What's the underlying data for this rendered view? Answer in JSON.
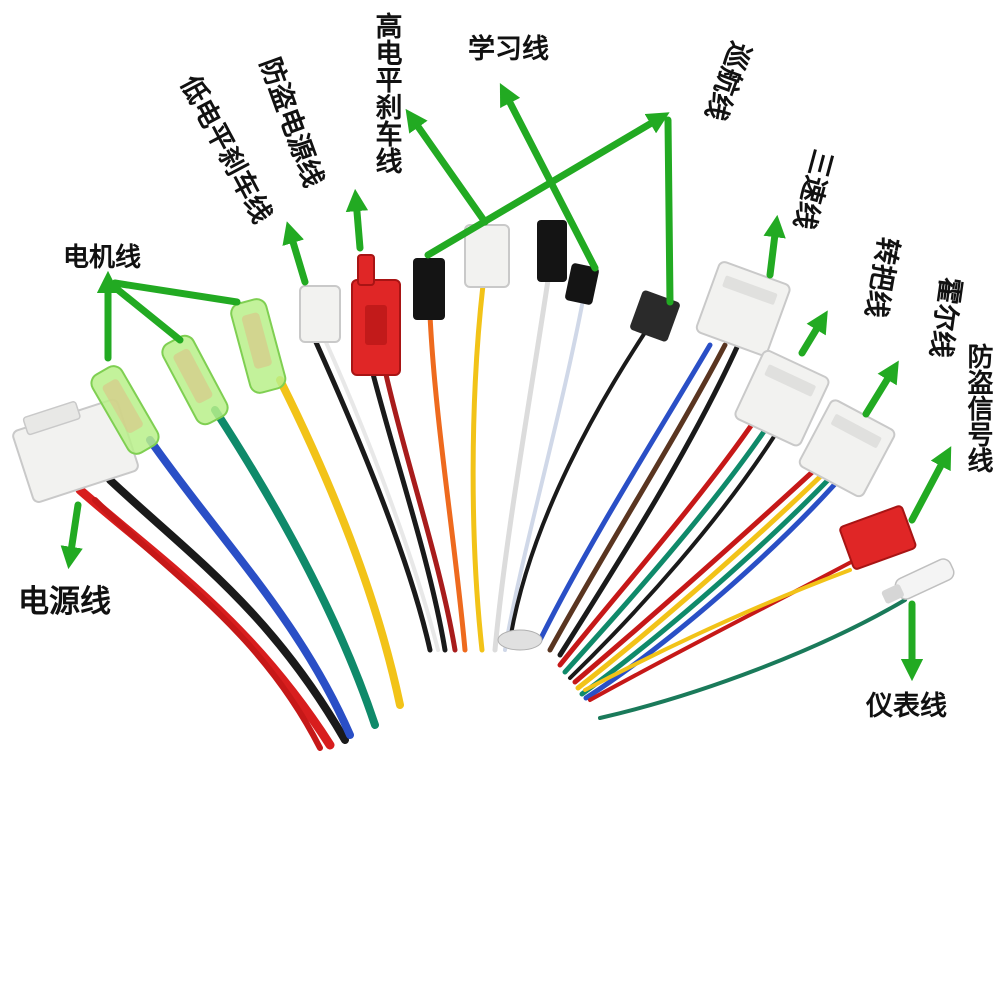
{
  "labels": {
    "power": "电源线",
    "motor": "电机线",
    "low_brake": "低电平刹车线",
    "anti_theft_power": "防盗电源线",
    "high_brake": "高电平刹车线",
    "learning": "学习线",
    "cruise": "巡航线",
    "three_speed": "三速线",
    "throttle": "转把线",
    "hall": "霍尔线",
    "anti_theft_signal": "防盗信号线",
    "meter": "仪表线"
  },
  "colors": {
    "arrow": "#22aa22",
    "connector_white": "#f2f2f0",
    "connector_red": "#e02626",
    "connector_black": "#141414",
    "sleeve_green": "#b8f08a"
  }
}
